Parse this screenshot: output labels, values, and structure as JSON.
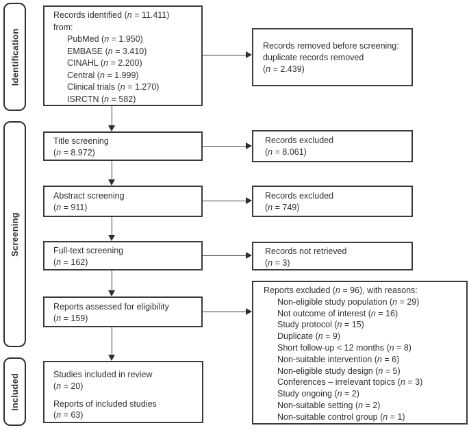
{
  "colors": {
    "border": "#3a3a3a",
    "text": "#2f2f2f",
    "background": "#ffffff"
  },
  "sidebar": {
    "identification": "Identification",
    "screening": "Screening",
    "included": "Included"
  },
  "flow": {
    "records_identified": {
      "title": "Records identified (n = 11.411)",
      "subtitle": "from:",
      "sources": [
        "PubMed (n = 1.950)",
        "EMBASE (n = 3.410)",
        "CINAHL (n = 2.200)",
        "Central (n = 1.999)",
        "Clinical trials (n = 1.270)",
        "ISRCTN (n = 582)"
      ]
    },
    "title_screening": {
      "line1": "Title screening",
      "line2": "(n = 8.972)"
    },
    "abstract_screening": {
      "line1": "Abstract screening",
      "line2": "(n = 911)"
    },
    "fulltext_screening": {
      "line1": "Full-text screening",
      "line2": "(n = 162)"
    },
    "reports_assessed": {
      "line1": "Reports assessed for eligibility",
      "line2": "(n = 159)"
    },
    "included_studies": {
      "para1_line1": "Studies included in review",
      "para1_line2": "(n = 20)",
      "para2_line1": "Reports of included studies",
      "para2_line2": "(n = 63)"
    }
  },
  "exclusions": {
    "removed_before_screening": {
      "line1": "Records removed before screening:",
      "line2": "duplicate records removed",
      "line3": "(n = 2.439)"
    },
    "title_excluded": {
      "line1": "Records excluded",
      "line2": "(n = 8.061)"
    },
    "abstract_excluded": {
      "line1": "Records excluded",
      "line2": "(n = 749)"
    },
    "not_retrieved": {
      "line1": "Records not retrieved",
      "line2": "(n = 3)"
    },
    "reports_excluded": {
      "title": "Reports excluded (n = 96), with reasons:",
      "reasons": [
        "Non-eligible study population (n = 29)",
        "Not outcome of interest (n = 16)",
        "Study protocol (n = 15)",
        "Duplicate (n = 9)",
        "Short follow-up < 12 months (n = 8)",
        "Non-suitable intervention (n = 6)",
        "Non-eligible study design (n = 5)",
        "Conferences – irrelevant topics (n = 3)",
        "Study ongoing (n = 2)",
        "Non-suitable setting (n = 2)",
        "Non-suitable control group (n = 1)"
      ]
    }
  }
}
